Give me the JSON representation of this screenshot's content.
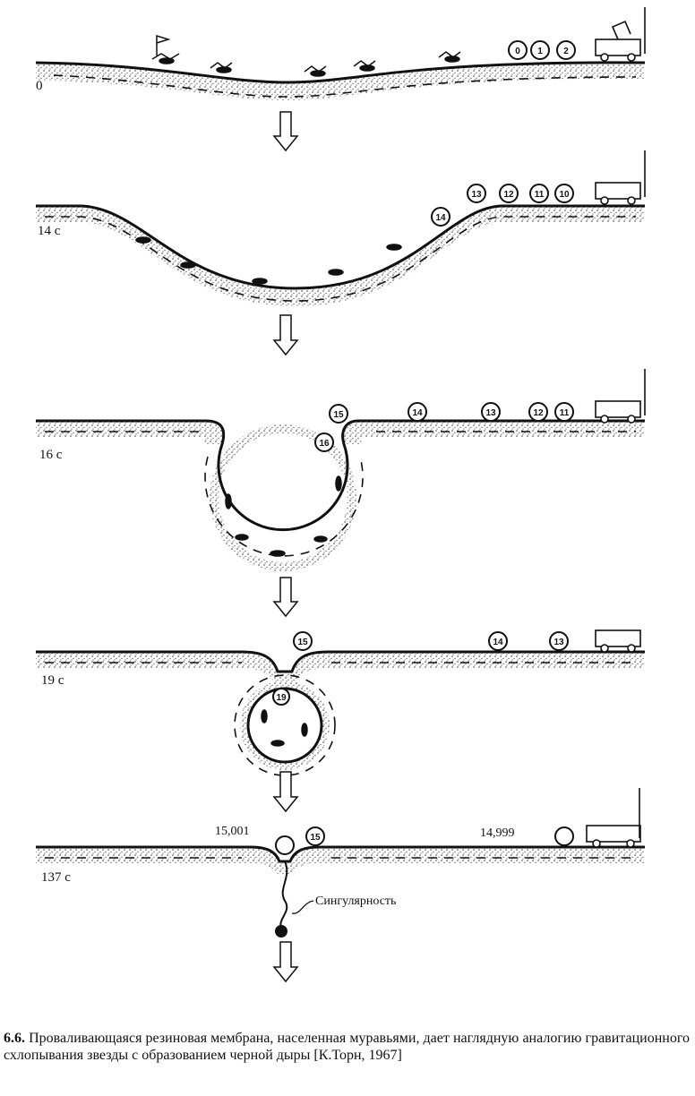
{
  "stages": [
    {
      "time": "0",
      "balls": [
        "0",
        "1",
        "2"
      ]
    },
    {
      "time": "14 с",
      "balls": [
        "13",
        "12",
        "11",
        "10",
        "14"
      ]
    },
    {
      "time": "16 с",
      "balls": [
        "15",
        "14",
        "13",
        "12",
        "11",
        "16"
      ]
    },
    {
      "time": "19 с",
      "balls": [
        "15",
        "14",
        "13",
        "19"
      ]
    },
    {
      "time": "137 с",
      "balls": [
        "15"
      ],
      "left_value": "15,001",
      "right_value": "14,999",
      "singularity_label": "Сингулярность"
    }
  ],
  "caption": {
    "number": "6.6.",
    "text": "Проваливающаяся резиновая мембрана, населенная муравьями, дает наглядную аналогию гравитационного схлопывания звезды с образованием черной дыры [К.Торн, 1967]"
  }
}
